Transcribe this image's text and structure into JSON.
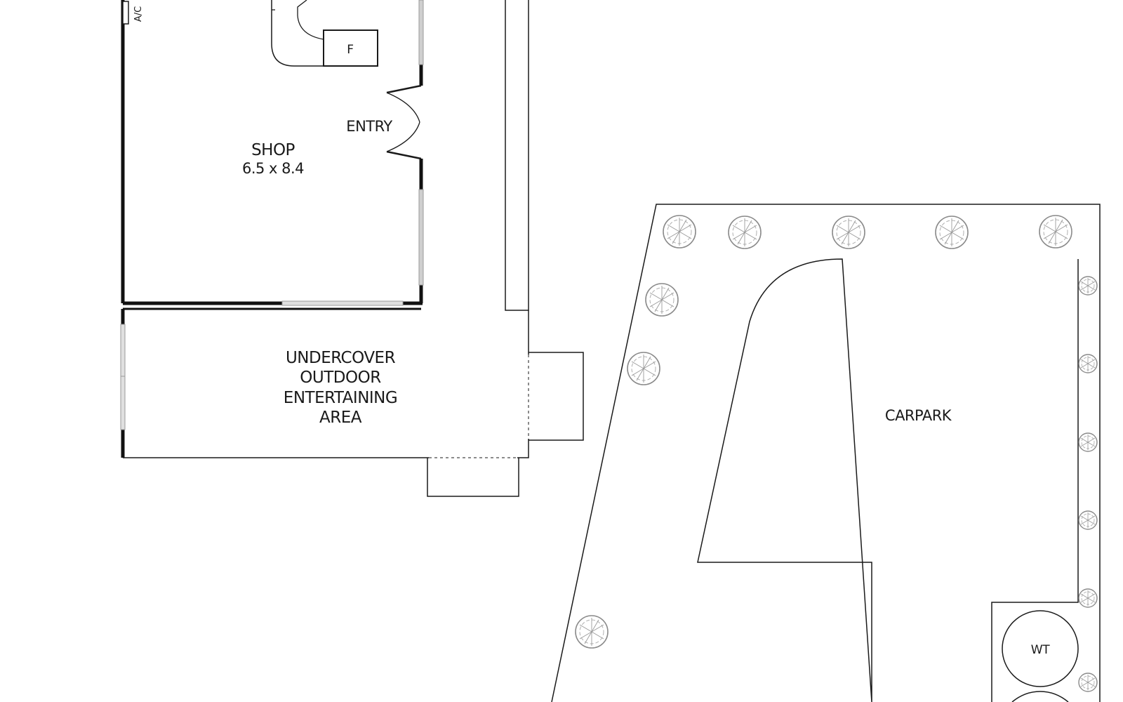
{
  "labels": {
    "ac": "A/C",
    "fridge": "F",
    "entry": "ENTRY",
    "shop_name": "SHOP",
    "shop_size": "6.5 x 8.4",
    "outdoor_1": "UNDERCOVER",
    "outdoor_2": "OUTDOOR",
    "outdoor_3": "ENTERTAINING",
    "outdoor_4": "AREA",
    "carpark": "CARPARK",
    "water_tank": "WT"
  },
  "colors": {
    "line": "#1a1a1a",
    "wall": "#111111",
    "tree": "#8a8a8a",
    "window": "#9a9a9a"
  }
}
